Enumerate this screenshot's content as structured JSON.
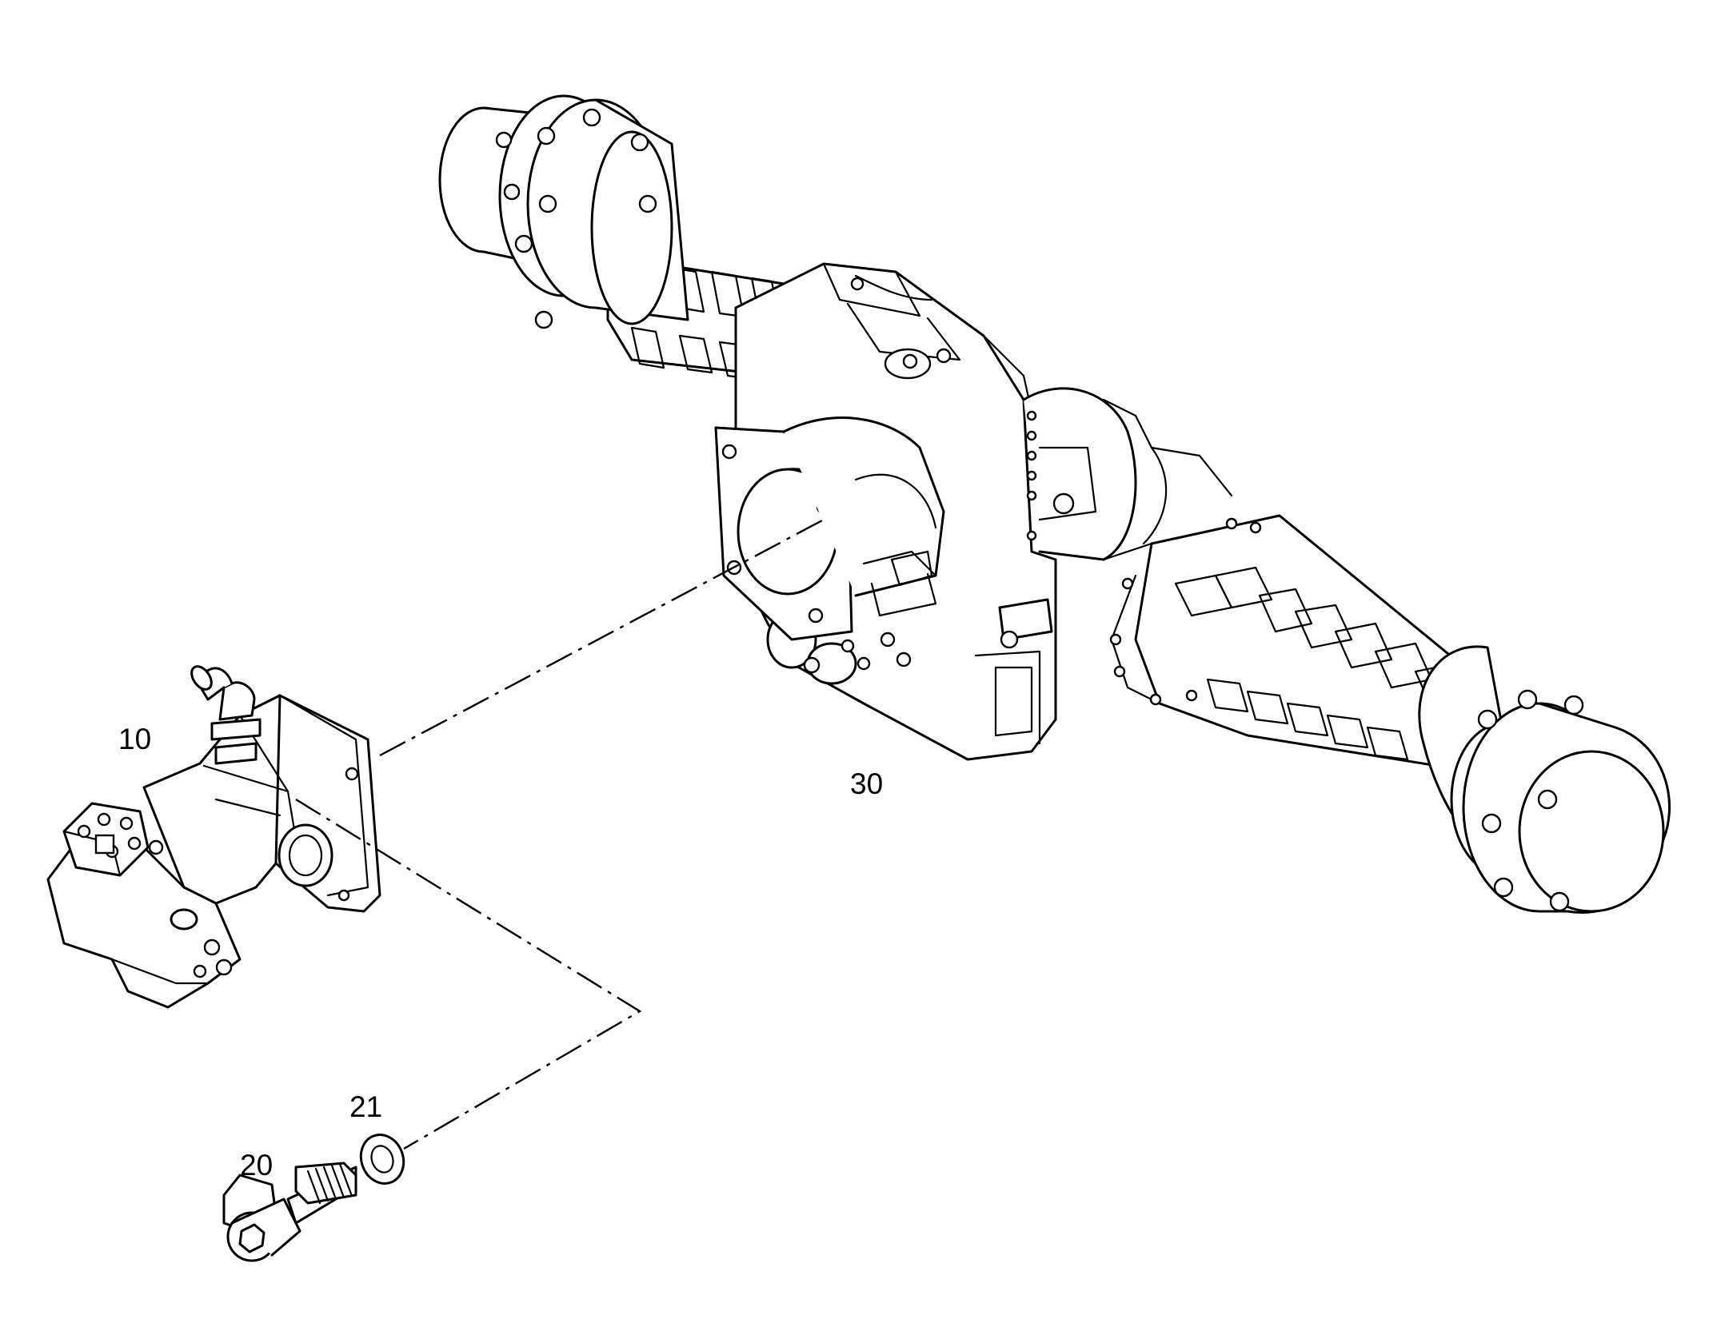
{
  "callouts": {
    "pump": "10",
    "screw": "20",
    "washer": "21",
    "axle": "30"
  },
  "colors": {
    "line": "#000000",
    "background": "#ffffff"
  }
}
